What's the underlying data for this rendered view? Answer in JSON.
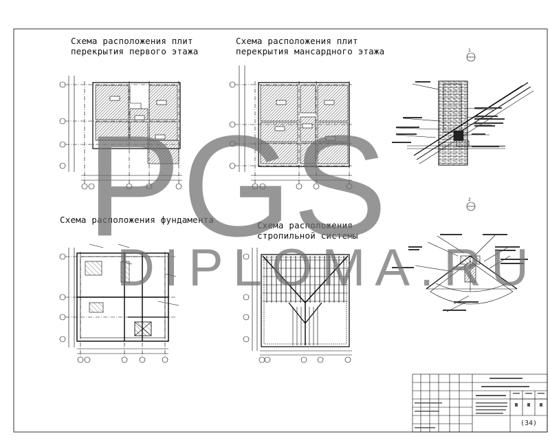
{
  "titles": {
    "floor1_l1": "Схема расположения плит",
    "floor1_l2": "перекрытия первого этажа",
    "attic_l1": "Схема расположения плит",
    "attic_l2": "перекрытия мансардного этажа",
    "foundation": "Схема расположения фундамента",
    "rafters_l1": "Схема расположения",
    "rafters_l2": "стропильной системы"
  },
  "watermark": {
    "big": "PGS",
    "small": "DIPLOMA.RU",
    "color": "#6e6e6e"
  },
  "node_markers": [
    "1",
    "2"
  ],
  "title_block": {
    "sheet_number": "(34)"
  },
  "colors": {
    "line": "#000000",
    "hatch": "#555555"
  }
}
